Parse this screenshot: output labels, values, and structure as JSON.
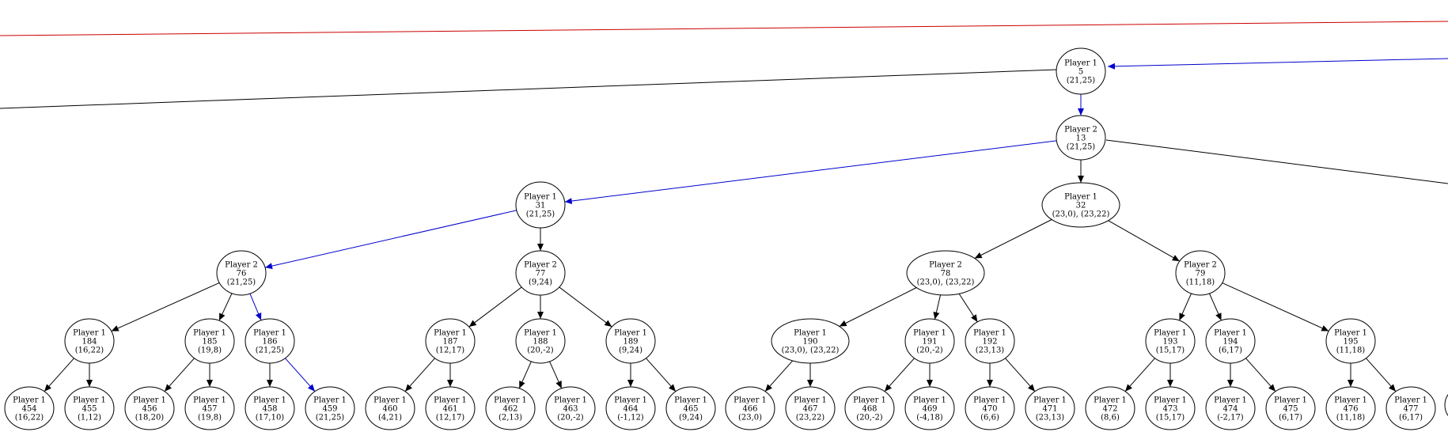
{
  "colors": {
    "edge_default": "#000000",
    "edge_highlight": "#0000cc",
    "edge_offscreen": "#cc0000",
    "node_stroke": "#000000",
    "node_fill": "#ffffff"
  },
  "nodes": [
    {
      "id": "n5",
      "player": "Player 1",
      "number": "5",
      "payoff": "(21,25)"
    },
    {
      "id": "n13",
      "player": "Player 2",
      "number": "13",
      "payoff": "(21,25)"
    },
    {
      "id": "n31",
      "player": "Player 1",
      "number": "31",
      "payoff": "(21,25)"
    },
    {
      "id": "n32",
      "player": "Player 1",
      "number": "32",
      "payoff": "(23,0), (23,22)"
    },
    {
      "id": "n76",
      "player": "Player 2",
      "number": "76",
      "payoff": "(21,25)"
    },
    {
      "id": "n77",
      "player": "Player 2",
      "number": "77",
      "payoff": "(9,24)"
    },
    {
      "id": "n78",
      "player": "Player 2",
      "number": "78",
      "payoff": "(23,0), (23,22)"
    },
    {
      "id": "n79",
      "player": "Player 2",
      "number": "79",
      "payoff": "(11,18)"
    },
    {
      "id": "n184",
      "player": "Player 1",
      "number": "184",
      "payoff": "(16,22)"
    },
    {
      "id": "n185",
      "player": "Player 1",
      "number": "185",
      "payoff": "(19,8)"
    },
    {
      "id": "n186",
      "player": "Player 1",
      "number": "186",
      "payoff": "(21,25)"
    },
    {
      "id": "n187",
      "player": "Player 1",
      "number": "187",
      "payoff": "(12,17)"
    },
    {
      "id": "n188",
      "player": "Player 1",
      "number": "188",
      "payoff": "(20,-2)"
    },
    {
      "id": "n189",
      "player": "Player 1",
      "number": "189",
      "payoff": "(9,24)"
    },
    {
      "id": "n190",
      "player": "Player 1",
      "number": "190",
      "payoff": "(23,0), (23,22)"
    },
    {
      "id": "n191",
      "player": "Player 1",
      "number": "191",
      "payoff": "(20,-2)"
    },
    {
      "id": "n192",
      "player": "Player 1",
      "number": "192",
      "payoff": "(23,13)"
    },
    {
      "id": "n193",
      "player": "Player 1",
      "number": "193",
      "payoff": "(15,17)"
    },
    {
      "id": "n194",
      "player": "Player 1",
      "number": "194",
      "payoff": "(6,17)"
    },
    {
      "id": "n195",
      "player": "Player 1",
      "number": "195",
      "payoff": "(11,18)"
    },
    {
      "id": "n454",
      "player": "Player 1",
      "number": "454",
      "payoff": "(16,22)"
    },
    {
      "id": "n455",
      "player": "Player 1",
      "number": "455",
      "payoff": "(1,12)"
    },
    {
      "id": "n456",
      "player": "Player 1",
      "number": "456",
      "payoff": "(18,20)"
    },
    {
      "id": "n457",
      "player": "Player 1",
      "number": "457",
      "payoff": "(19,8)"
    },
    {
      "id": "n458",
      "player": "Player 1",
      "number": "458",
      "payoff": "(17,10)"
    },
    {
      "id": "n459",
      "player": "Player 1",
      "number": "459",
      "payoff": "(21,25)"
    },
    {
      "id": "n460",
      "player": "Player 1",
      "number": "460",
      "payoff": "(4,21)"
    },
    {
      "id": "n461",
      "player": "Player 1",
      "number": "461",
      "payoff": "(12,17)"
    },
    {
      "id": "n462",
      "player": "Player 1",
      "number": "462",
      "payoff": "(2,13)"
    },
    {
      "id": "n463",
      "player": "Player 1",
      "number": "463",
      "payoff": "(20,-2)"
    },
    {
      "id": "n464",
      "player": "Player 1",
      "number": "464",
      "payoff": "(-1,12)"
    },
    {
      "id": "n465",
      "player": "Player 1",
      "number": "465",
      "payoff": "(9,24)"
    },
    {
      "id": "n466",
      "player": "Player 1",
      "number": "466",
      "payoff": "(23,0)"
    },
    {
      "id": "n467",
      "player": "Player 1",
      "number": "467",
      "payoff": "(23,22)"
    },
    {
      "id": "n468",
      "player": "Player 1",
      "number": "468",
      "payoff": "(20,-2)"
    },
    {
      "id": "n469",
      "player": "Player 1",
      "number": "469",
      "payoff": "(-4,18)"
    },
    {
      "id": "n470",
      "player": "Player 1",
      "number": "470",
      "payoff": "(6,6)"
    },
    {
      "id": "n471",
      "player": "Player 1",
      "number": "471",
      "payoff": "(23,13)"
    },
    {
      "id": "n472",
      "player": "Player 1",
      "number": "472",
      "payoff": "(8,6)"
    },
    {
      "id": "n473",
      "player": "Player 1",
      "number": "473",
      "payoff": "(15,17)"
    },
    {
      "id": "n474",
      "player": "Player 1",
      "number": "474",
      "payoff": "(-2,17)"
    },
    {
      "id": "n475",
      "player": "Player 1",
      "number": "475",
      "payoff": "(6,17)"
    },
    {
      "id": "n476",
      "player": "Player 1",
      "number": "476",
      "payoff": "(11,18)"
    },
    {
      "id": "n477",
      "player": "Player 1",
      "number": "477",
      "payoff": "(6,17)"
    }
  ],
  "edges": [
    {
      "from": "n5",
      "to": "n13",
      "highlight": true
    },
    {
      "from": "n13",
      "to": "n31",
      "highlight": true
    },
    {
      "from": "n13",
      "to": "n32",
      "highlight": false
    },
    {
      "from": "n31",
      "to": "n76",
      "highlight": true
    },
    {
      "from": "n31",
      "to": "n77",
      "highlight": false
    },
    {
      "from": "n32",
      "to": "n78",
      "highlight": false
    },
    {
      "from": "n32",
      "to": "n79",
      "highlight": false
    },
    {
      "from": "n76",
      "to": "n184",
      "highlight": false
    },
    {
      "from": "n76",
      "to": "n185",
      "highlight": false
    },
    {
      "from": "n76",
      "to": "n186",
      "highlight": true
    },
    {
      "from": "n77",
      "to": "n187",
      "highlight": false
    },
    {
      "from": "n77",
      "to": "n188",
      "highlight": false
    },
    {
      "from": "n77",
      "to": "n189",
      "highlight": false
    },
    {
      "from": "n78",
      "to": "n190",
      "highlight": false
    },
    {
      "from": "n78",
      "to": "n191",
      "highlight": false
    },
    {
      "from": "n78",
      "to": "n192",
      "highlight": false
    },
    {
      "from": "n79",
      "to": "n193",
      "highlight": false
    },
    {
      "from": "n79",
      "to": "n194",
      "highlight": false
    },
    {
      "from": "n79",
      "to": "n195",
      "highlight": false
    },
    {
      "from": "n184",
      "to": "n454",
      "highlight": false
    },
    {
      "from": "n184",
      "to": "n455",
      "highlight": false
    },
    {
      "from": "n185",
      "to": "n456",
      "highlight": false
    },
    {
      "from": "n185",
      "to": "n457",
      "highlight": false
    },
    {
      "from": "n186",
      "to": "n458",
      "highlight": false
    },
    {
      "from": "n186",
      "to": "n459",
      "highlight": true
    },
    {
      "from": "n187",
      "to": "n460",
      "highlight": false
    },
    {
      "from": "n187",
      "to": "n461",
      "highlight": false
    },
    {
      "from": "n188",
      "to": "n462",
      "highlight": false
    },
    {
      "from": "n188",
      "to": "n463",
      "highlight": false
    },
    {
      "from": "n189",
      "to": "n464",
      "highlight": false
    },
    {
      "from": "n189",
      "to": "n465",
      "highlight": false
    },
    {
      "from": "n190",
      "to": "n466",
      "highlight": false
    },
    {
      "from": "n190",
      "to": "n467",
      "highlight": false
    },
    {
      "from": "n191",
      "to": "n468",
      "highlight": false
    },
    {
      "from": "n191",
      "to": "n469",
      "highlight": false
    },
    {
      "from": "n192",
      "to": "n470",
      "highlight": false
    },
    {
      "from": "n192",
      "to": "n471",
      "highlight": false
    },
    {
      "from": "n193",
      "to": "n472",
      "highlight": false
    },
    {
      "from": "n193",
      "to": "n473",
      "highlight": false
    },
    {
      "from": "n194",
      "to": "n474",
      "highlight": false
    },
    {
      "from": "n194",
      "to": "n475",
      "highlight": false
    },
    {
      "from": "n195",
      "to": "n476",
      "highlight": false
    },
    {
      "from": "n195",
      "to": "n477",
      "highlight": false
    }
  ]
}
